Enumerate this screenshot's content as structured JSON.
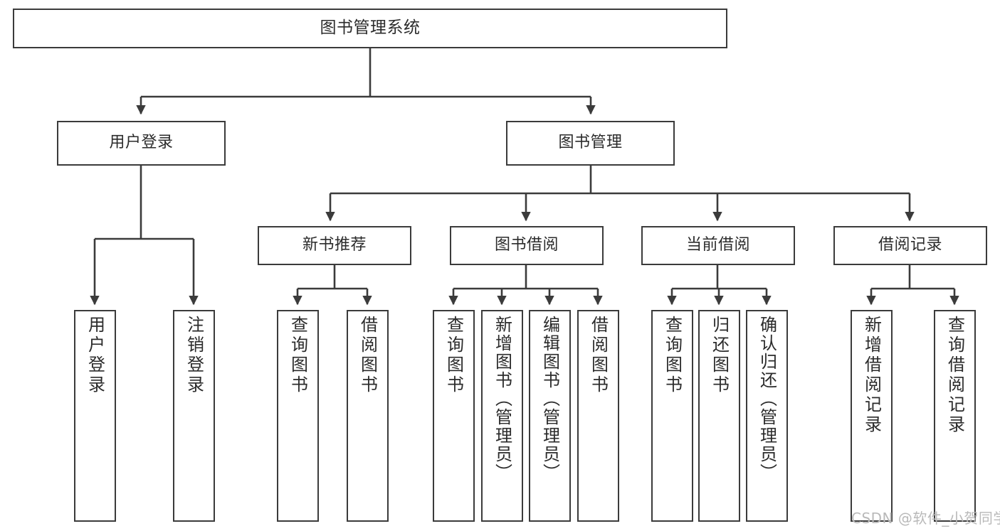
{
  "diagram": {
    "title": "图书管理系统",
    "watermark": "CSDN @软件_小贺同学",
    "colors": {
      "stroke": "#3b3b3b",
      "fill": "#ffffff",
      "text": "#2b2b2b",
      "watermark": "#b9b9b9"
    },
    "root": {
      "label": "图书管理系统"
    },
    "level2": [
      {
        "label": "用户登录"
      },
      {
        "label": "图书管理"
      }
    ],
    "level3": [
      {
        "label": "新书推荐"
      },
      {
        "label": "图书借阅"
      },
      {
        "label": "当前借阅"
      },
      {
        "label": "借阅记录"
      }
    ],
    "leaves": {
      "user_login": [
        {
          "label": "用户登录"
        },
        {
          "label": "注销登录"
        }
      ],
      "new_book_recommend": [
        {
          "label": "查询图书"
        },
        {
          "label": "借阅图书"
        }
      ],
      "book_borrow": [
        {
          "label": "查询图书"
        },
        {
          "label": "新增图书（管理员）"
        },
        {
          "label": "编辑图书（管理员）"
        },
        {
          "label": "借阅图书"
        }
      ],
      "current_borrow": [
        {
          "label": "查询图书"
        },
        {
          "label": "归还图书"
        },
        {
          "label": "确认归还（管理员）"
        }
      ],
      "borrow_records": [
        {
          "label": "新增借阅记录"
        },
        {
          "label": "查询借阅记录"
        }
      ]
    }
  }
}
